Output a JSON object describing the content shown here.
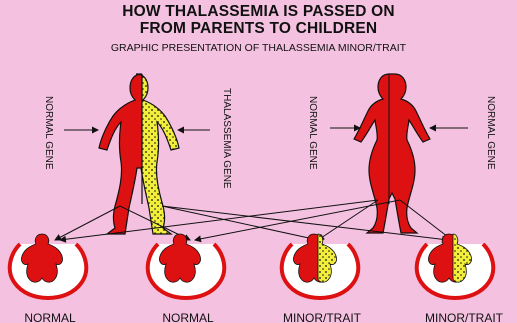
{
  "title_line1": "HOW THALASSEMIA IS PASSED ON",
  "title_line2": "FROM PARENTS TO CHILDREN",
  "subtitle": "GRAPHIC PRESENTATION OF THALASSEMIA MINOR/TRAIT",
  "parents": {
    "father": {
      "left_label": "NORMAL GENE",
      "right_label": "THALASSEMIA GENE"
    },
    "mother": {
      "left_label": "NORMAL GENE",
      "right_label": "NORMAL GENE"
    }
  },
  "children": [
    {
      "label": "NORMAL",
      "trait": false
    },
    {
      "label": "NORMAL",
      "trait": false
    },
    {
      "label": "MINOR/TRAIT",
      "trait": true
    },
    {
      "label": "MINOR/TRAIT",
      "trait": true
    }
  ],
  "colors": {
    "background": "#f4c2e0",
    "normal_gene": "#dd1111",
    "thalassemia_gene": "#f2ee3a",
    "outline": "#111111"
  }
}
